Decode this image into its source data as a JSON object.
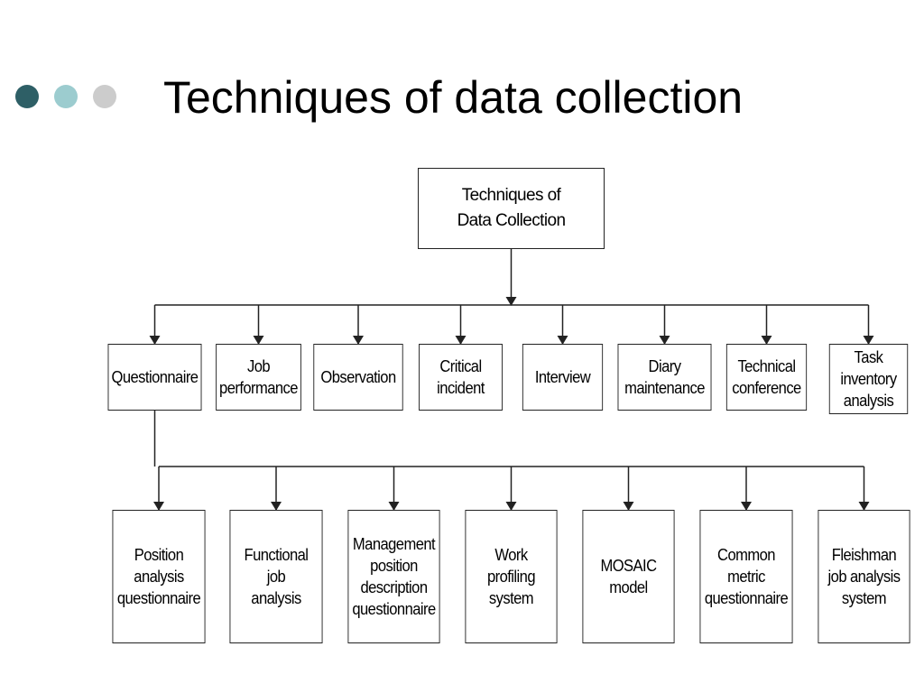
{
  "slide": {
    "title": "Techniques of data collection",
    "bullet_colors": [
      "#2E5F66",
      "#9CCCCF",
      "#CCCCCC"
    ]
  },
  "diagram": {
    "root": {
      "label": "Techniques of\nData Collection"
    },
    "methods": [
      {
        "label": "Questionnaire"
      },
      {
        "label": "Job\nperformance"
      },
      {
        "label": "Observation"
      },
      {
        "label": "Critical\nincident"
      },
      {
        "label": "Interview"
      },
      {
        "label": "Diary\nmaintenance"
      },
      {
        "label": "Technical\nconference"
      },
      {
        "label": "Task\ninventory\nanalysis"
      }
    ],
    "questionnaires": [
      {
        "label": "Position\nanalysis\nquestionnaire"
      },
      {
        "label": "Functional\njob\nanalysis"
      },
      {
        "label": "Management\nposition\ndescription\nquestionnaire"
      },
      {
        "label": "Work\nprofiling\nsystem"
      },
      {
        "label": "MOSAIC\nmodel"
      },
      {
        "label": "Common\nmetric\nquestionnaire"
      },
      {
        "label": "Fleishman\njob analysis\nsystem"
      }
    ],
    "edges": [
      {
        "from": "root",
        "to": "methods"
      },
      {
        "from": "methods.0",
        "to": "questionnaires"
      }
    ]
  }
}
